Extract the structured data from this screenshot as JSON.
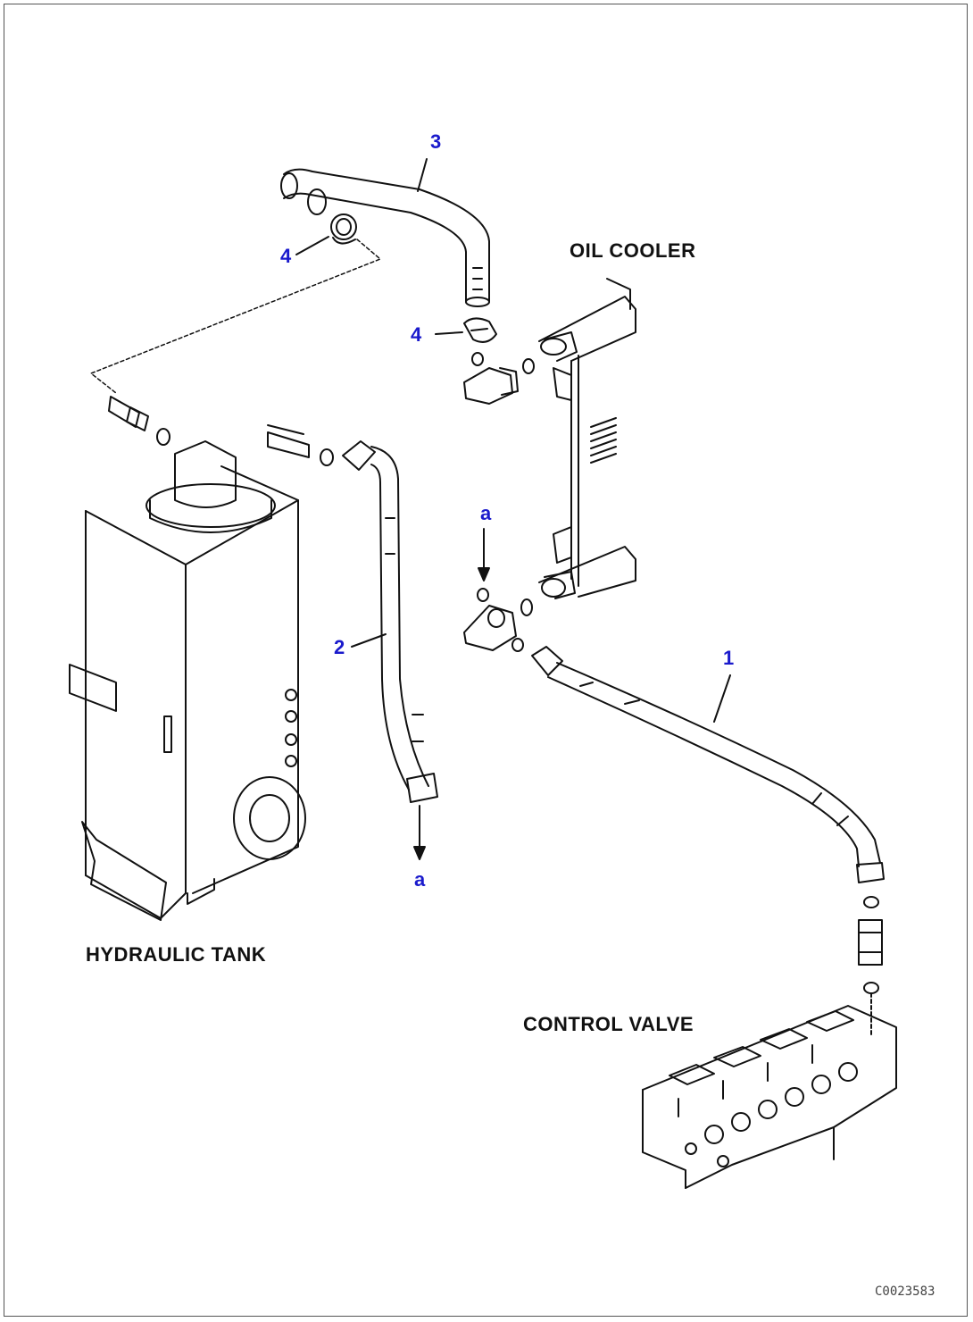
{
  "labels": {
    "oil_cooler": "OIL COOLER",
    "hydraulic_tank": "HYDRAULIC TANK",
    "control_valve": "CONTROL VALVE"
  },
  "callouts": {
    "hose_1": "1",
    "hose_2": "2",
    "hose_3": "3",
    "clamp_4_upper": "4",
    "clamp_4_lower": "4",
    "connection_a_top": "a",
    "connection_a_bottom": "a"
  },
  "drawing_code": "C0023583",
  "colors": {
    "callout": "#1a1acc",
    "line": "#111111"
  }
}
